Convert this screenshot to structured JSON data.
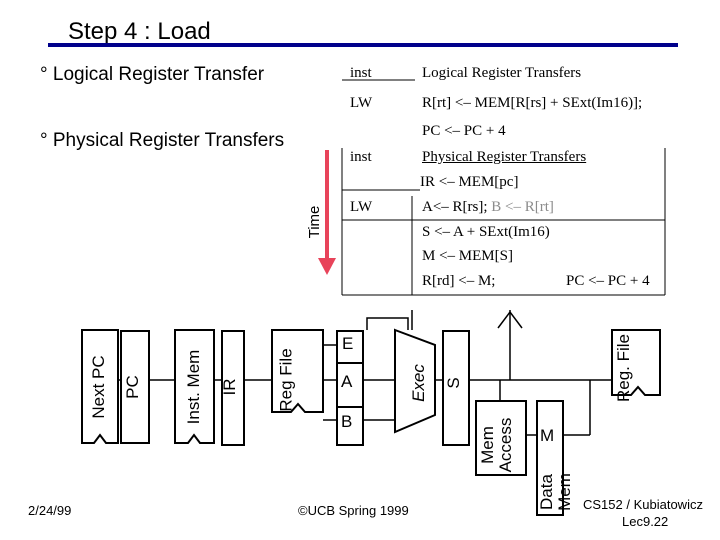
{
  "slide": {
    "title": "Step 4 : Load",
    "bullet1": "°  Logical Register Transfer",
    "bullet2": "°  Physical Register Transfers",
    "time_label": "Time"
  },
  "logical_table": {
    "header_inst": "inst",
    "header_rt": "Logical Register Transfers",
    "row_inst": "LW",
    "row_rt": "R[rt] <– MEM[R[rs] + SExt(Im16)];",
    "pc_update": "PC <– PC + 4"
  },
  "physical_table": {
    "header_inst": "inst",
    "header_rt": "Physical Register Transfers",
    "fetch": "IR <– MEM[pc]",
    "row_inst": "LW",
    "step1_a": "A<– R[rs]; ",
    "step1_b": "B <– R[rt]",
    "step2": "S <– A + SExt(Im16)",
    "step3": "M <– MEM[S]",
    "step4_a": "R[rd] <– M;",
    "step4_b": "PC <– PC + 4"
  },
  "datapath": {
    "next_pc": "Next PC",
    "pc": "PC",
    "inst_mem": "Inst. Mem",
    "ir": "IR",
    "reg_file": "Reg File",
    "e": "E",
    "a": "A",
    "b": "B",
    "exec": "Exec",
    "s": "S",
    "mem_access": "Mem Access",
    "m": "M",
    "data_mem": "Data Mem",
    "reg_file2": "Reg. File"
  },
  "footer": {
    "date": "2/24/99",
    "copyright": "©UCB Spring 1999",
    "course": "CS152 / Kubiatowicz",
    "lecture": "Lec9.22"
  },
  "colors": {
    "rule": "#00008b",
    "time_arrow": "#e8435a",
    "greyed_text": "#8c8c8c"
  }
}
